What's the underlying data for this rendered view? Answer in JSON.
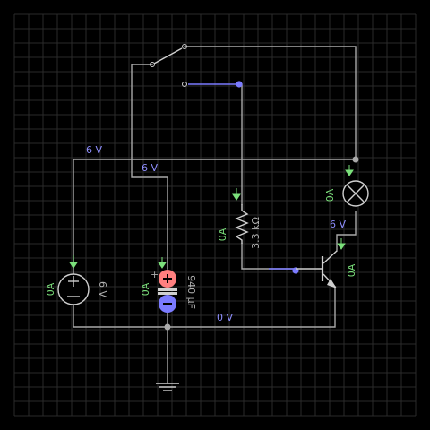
{
  "labels": {
    "node_6v_left": "6 V",
    "node_6v_mid": "6 V",
    "node_6v_transistor": "6 V",
    "node_0v": "0 V",
    "source_current": "0A",
    "source_value": "6 V",
    "cap_current": "0A",
    "cap_value": "940 µF",
    "resistor_current": "0A",
    "resistor_value": "3.3 kΩ",
    "lamp_current": "0A",
    "transistor_current": "0A"
  },
  "colors": {
    "background": "#000000",
    "grid": "#2a2a2a",
    "wire": "#a9a9a9",
    "wire_selected": "#7b7bff",
    "voltage_label": "#8f8fff",
    "current_label": "#7be07b",
    "cap_positive": "#ff7f7f",
    "cap_negative": "#7b7bff"
  }
}
